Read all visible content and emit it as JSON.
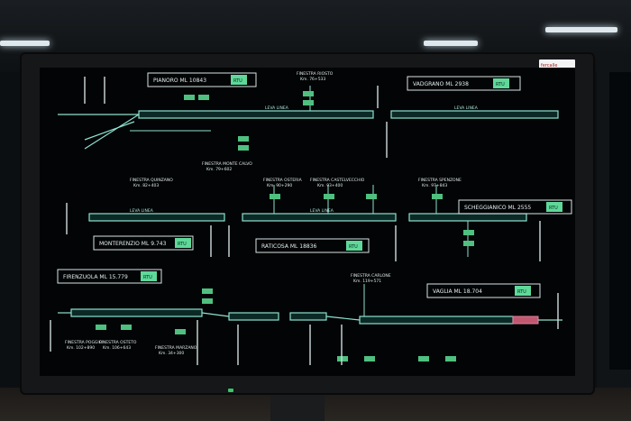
{
  "stations": [
    {
      "id": "pianoro",
      "text": "PIANORO ML 10843"
    },
    {
      "id": "vaglia-sud",
      "text": "VADGRANO ML 2938"
    },
    {
      "id": "monterenzio",
      "text": "MONTERENZIO ML 9.743"
    },
    {
      "id": "raticosa",
      "text": "RATICOSA ML 18836"
    },
    {
      "id": "scheggianico",
      "text": "SCHEGGIANICO ML 2555"
    },
    {
      "id": "firenzuola",
      "text": "FIRENZUOLA ML 15.779"
    },
    {
      "id": "vaglia",
      "text": "VAGLIA ML 18.704"
    }
  ],
  "finestre": [
    {
      "id": "riosto",
      "name": "FINESTRA RIOSTO",
      "km": "Km. 76+533"
    },
    {
      "id": "monte-calvo",
      "name": "FINESTRA MONTE CALVO",
      "km": "Km. 79+602"
    },
    {
      "id": "quinzano",
      "name": "FINESTRA QUINZANO",
      "km": "Km. 82+403"
    },
    {
      "id": "osteria",
      "name": "FINESTRA OSTERIA",
      "km": "Km. 90+290"
    },
    {
      "id": "castelvecchio",
      "name": "FINESTRA CASTELVECCHIO",
      "km": "Km. 93+400"
    },
    {
      "id": "brenzone",
      "name": "FINESTRA SPENZONE",
      "km": "Km. 97+843"
    },
    {
      "id": "poggio",
      "name": "FINESTRA POGGIO",
      "km": "Km. 102+890"
    },
    {
      "id": "osteto",
      "name": "FINESTRA OSTETO",
      "km": "Km. 106+643"
    },
    {
      "id": "marzano",
      "name": "FINESTRA MARZANO",
      "km": "Km. 34+300"
    },
    {
      "id": "carlone",
      "name": "FINESTRA CARLONE",
      "km": "Km. 119+571"
    }
  ],
  "line_labels": [
    {
      "id": "line1-top",
      "text": "LEVA LINEA"
    },
    {
      "id": "line1-bottom",
      "text": "LEVA LINEA"
    },
    {
      "id": "line2-top",
      "text": "LEVA LINEA"
    },
    {
      "id": "line3-top",
      "text": "LEVA LINEA"
    }
  ],
  "buttons": [
    "RTU",
    "RTU",
    "RTU",
    "RTU",
    "RTU",
    "RTU",
    "RTU"
  ],
  "logo_text": "fercalle"
}
